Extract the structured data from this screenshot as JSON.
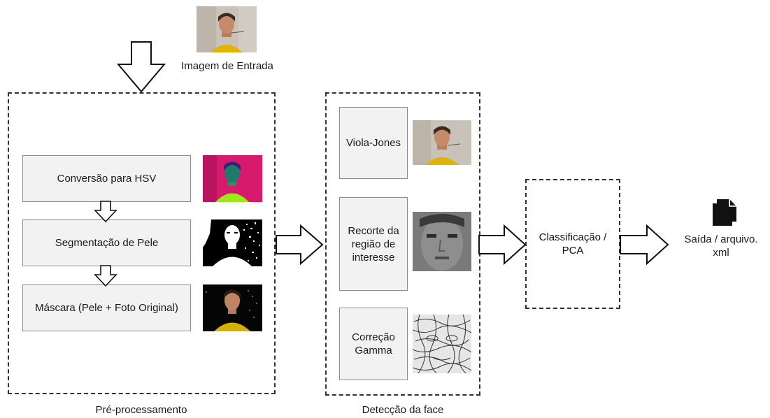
{
  "input": {
    "label": "Imagem de Entrada"
  },
  "preprocessing": {
    "title": "Pré-processamento",
    "steps": [
      {
        "label": "Conversão para HSV"
      },
      {
        "label": "Segmentação de Pele"
      },
      {
        "label": "Máscara (Pele + Foto Original)"
      }
    ]
  },
  "detection": {
    "title": "Detecção da face",
    "steps": [
      {
        "label": "Viola-Jones"
      },
      {
        "label": "Recorte da região de interesse"
      },
      {
        "label": "Correção Gamma"
      }
    ]
  },
  "classification": {
    "label": "Classificação / PCA"
  },
  "output": {
    "label": "Saída / arquivo. xml"
  }
}
